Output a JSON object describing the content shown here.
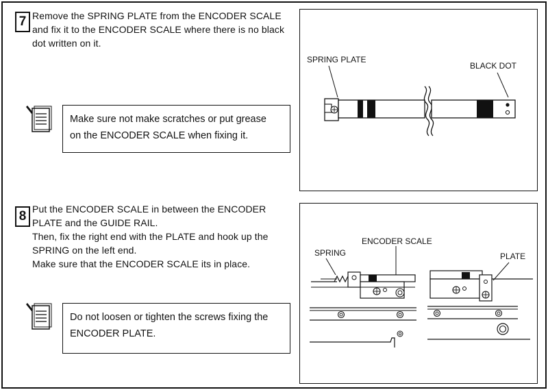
{
  "step7": {
    "number": "7",
    "lines": [
      "Remove the SPRING PLATE from the ENCODER SCALE",
      "and fix it to the ENCODER SCALE where there is no black",
      "dot written on it."
    ],
    "note_lines": [
      "Make sure not make scratches or put grease",
      "on the ENCODER SCALE when fixing it."
    ],
    "figure_labels": {
      "spring_plate": "SPRING PLATE",
      "black_dot": "BLACK DOT"
    }
  },
  "step8": {
    "number": "8",
    "lines": [
      "Put the ENCODER SCALE in between the ENCODER",
      "PLATE and the GUIDE RAIL.",
      "Then, fix the right end with the PLATE and hook up the",
      "SPRING on the left end.",
      "Make sure that the ENCODER SCALE its in place."
    ],
    "note_lines": [
      "Do not loosen or tighten the screws fixing the",
      "ENCODER PLATE."
    ],
    "figure_labels": {
      "spring": "SPRING",
      "encoder_scale": "ENCODER SCALE",
      "plate": "PLATE"
    }
  },
  "icons": [
    "memo-note-icon"
  ]
}
